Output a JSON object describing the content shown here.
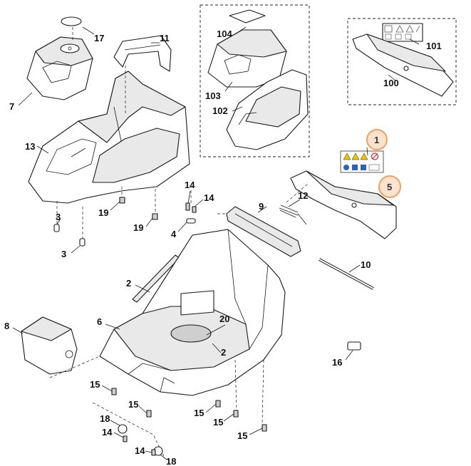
{
  "labels": {
    "p1": "1",
    "p2a": "2",
    "p2b": "2",
    "p3a": "3",
    "p3b": "3",
    "p4": "4",
    "p5": "5",
    "p6": "6",
    "p7": "7",
    "p8": "8",
    "p9": "9",
    "p10": "10",
    "p11": "11",
    "p12": "12",
    "p13": "13",
    "p14a": "14",
    "p14b": "14",
    "p14c": "14",
    "p14d": "14",
    "p15a": "15",
    "p15b": "15",
    "p15c": "15",
    "p15d": "15",
    "p15e": "15",
    "p16": "16",
    "p17": "17",
    "p18a": "18",
    "p18b": "18",
    "p19a": "19",
    "p19b": "19",
    "p20": "20",
    "p100": "100",
    "p101": "101",
    "p102": "102",
    "p103": "103",
    "p104": "104"
  },
  "highlighted_parts": [
    "1",
    "5"
  ],
  "colors": {
    "highlight_fill": "#fbe3cf",
    "highlight_stroke": "#f0a060",
    "line": "#1a1a1a",
    "warning_yellow": "#f2c200",
    "info_blue": "#2a63b8",
    "prohibit_red": "#d42020"
  }
}
